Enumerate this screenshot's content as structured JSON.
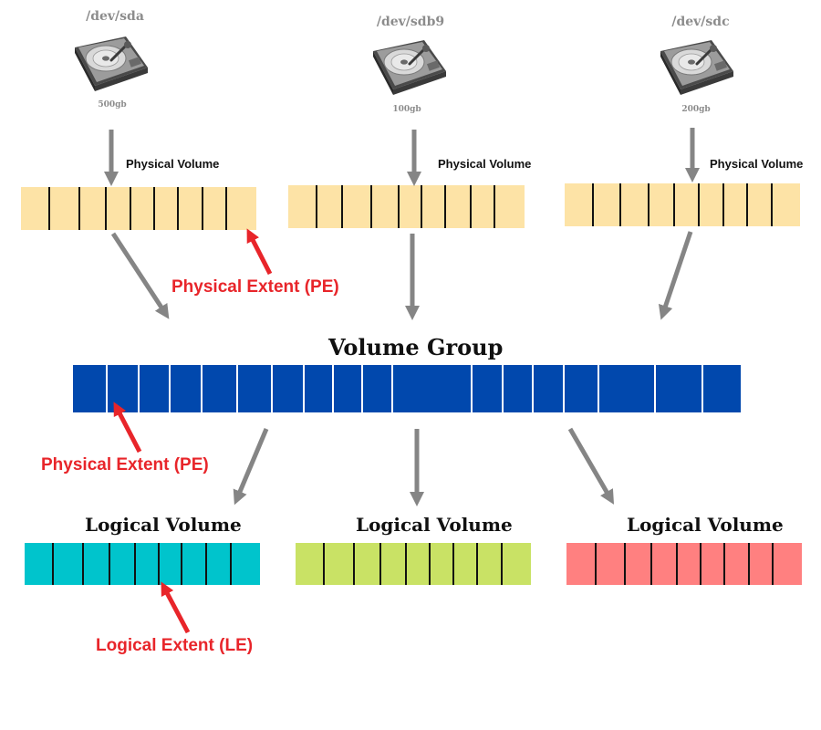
{
  "disks": [
    {
      "name": "/dev/sda",
      "size": "500gb"
    },
    {
      "name": "/dev/sdb9",
      "size": "100gb"
    },
    {
      "name": "/dev/sdc",
      "size": "200gb"
    }
  ],
  "physical_volume_label": "Physical Volume",
  "volume_group_label": "Volume Group",
  "logical_volume_label": "Logical Volume",
  "annotations": {
    "pe_top": "Physical Extent (PE)",
    "pe_vg": "Physical Extent (PE)",
    "le": "Logical Extent (LE)"
  },
  "colors": {
    "physical_volume": "#fde3a6",
    "volume_group": "#0148ad",
    "logical_volume_1": "#00c4cc",
    "logical_volume_2": "#c9e265",
    "logical_volume_3": "#ff8080",
    "arrow_gray": "#858585",
    "annotation_red": "#e8252a"
  }
}
